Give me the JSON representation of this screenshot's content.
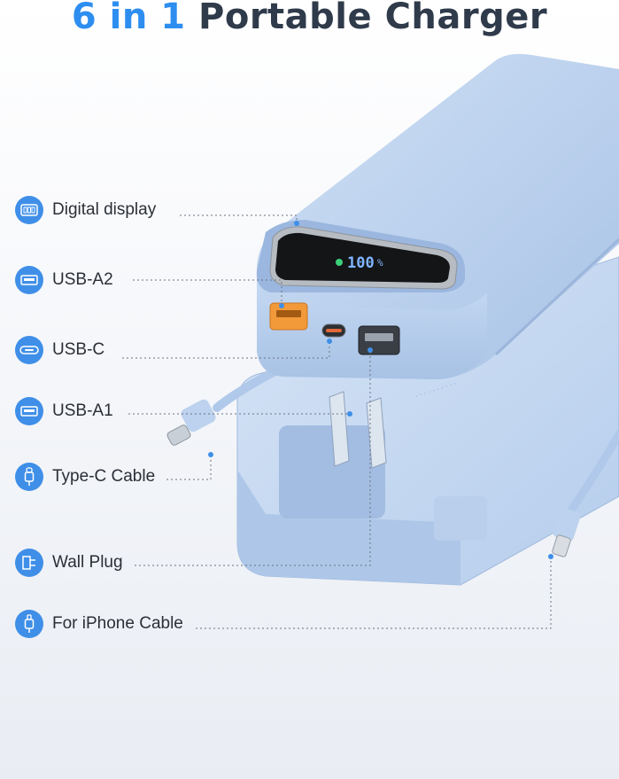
{
  "title": {
    "accent": "6 in 1",
    "rest": "Portable Charger"
  },
  "features": [
    {
      "label": "Digital display",
      "icon": "digital-display-icon"
    },
    {
      "label": "USB-A2",
      "icon": "usb-a-port-icon"
    },
    {
      "label": "USB-C",
      "icon": "usb-c-port-icon"
    },
    {
      "label": "USB-A1",
      "icon": "usb-a-port-icon"
    },
    {
      "label": "Type-C Cable",
      "icon": "type-c-cable-icon"
    },
    {
      "label": "Wall Plug",
      "icon": "wall-plug-icon"
    },
    {
      "label": "For iPhone Cable",
      "icon": "lightning-cable-icon"
    }
  ],
  "display": {
    "reading": "100",
    "unit": "%"
  },
  "colors": {
    "accent": "#2d8ef0",
    "badge": "#3f8fe8",
    "device": "#bcd2ee",
    "text": "#2f3b4b"
  }
}
